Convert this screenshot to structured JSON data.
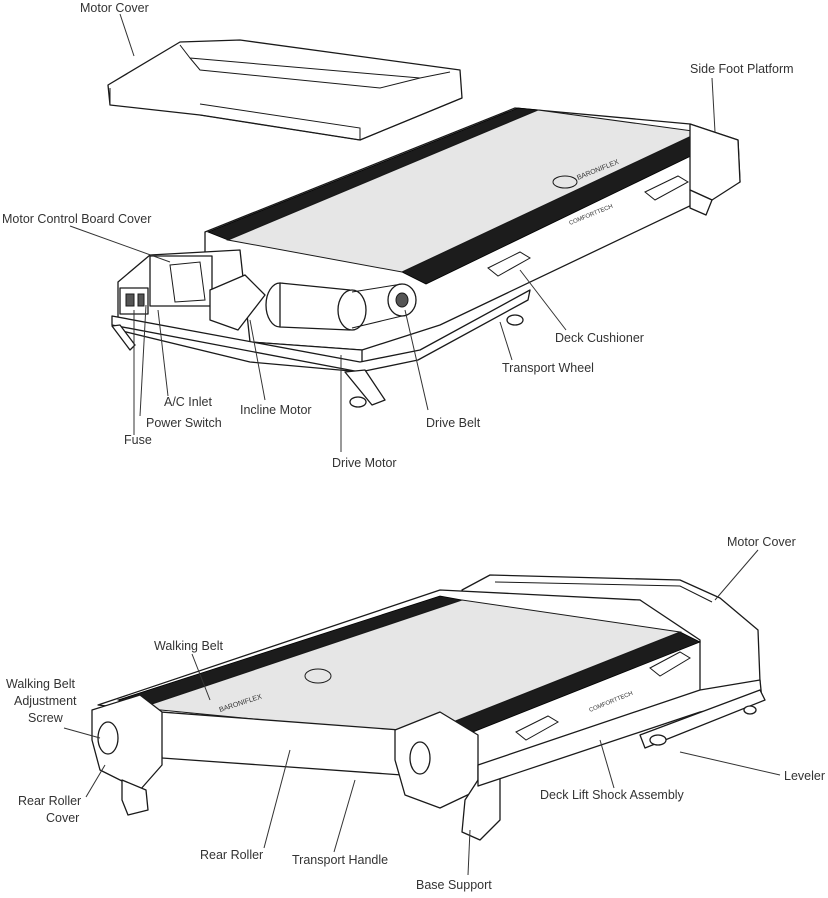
{
  "labels_top": {
    "motor_cover": "Motor Cover",
    "side_foot_platform": "Side Foot Platform",
    "motor_control_board_cover": "Motor Control Board Cover",
    "deck_cushioner": "Deck Cushioner",
    "transport_wheel": "Transport Wheel",
    "ac_inlet": "A/C Inlet",
    "power_switch": "Power Switch",
    "fuse": "Fuse",
    "incline_motor": "Incline Motor",
    "drive_belt": "Drive Belt",
    "drive_motor": "Drive Motor"
  },
  "labels_bottom": {
    "motor_cover": "Motor Cover",
    "walking_belt": "Walking Belt",
    "walking_belt_adjustment_screw_1": "Walking Belt",
    "walking_belt_adjustment_screw_2": "Adjustment",
    "walking_belt_adjustment_screw_3": "Screw",
    "rear_roller_cover_1": "Rear Roller",
    "rear_roller_cover_2": "Cover",
    "leveler": "Leveler",
    "deck_lift_shock_assembly": "Deck Lift Shock Assembly",
    "rear_roller": "Rear Roller",
    "transport_handle": "Transport Handle",
    "base_support": "Base Support"
  }
}
